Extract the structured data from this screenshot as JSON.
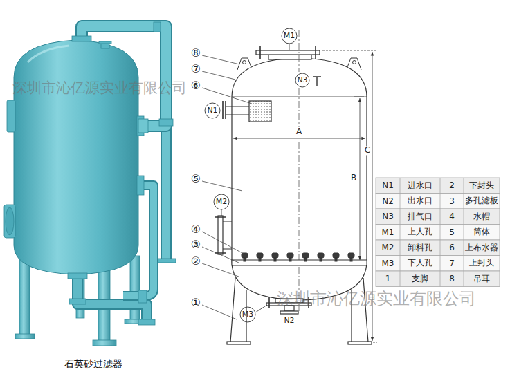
{
  "diagram": {
    "caption": "石英砂过滤器",
    "labels": [
      "深圳市沁亿源实业有限公司",
      "深圳市沁亿源实业有限公司",
      "M1",
      "⑧",
      "⑦",
      "N3",
      "⑥",
      "N1",
      "A",
      "B",
      "C",
      "⑤",
      "M2",
      "④",
      "③",
      "②",
      "①",
      "M3",
      "N2",
      "N1",
      "进水口",
      "2",
      "下封头",
      "N2",
      "出水口",
      "3",
      "多孔滤板",
      "N3",
      "排气口",
      "4",
      "水帽",
      "M1",
      "上人孔",
      "5",
      "筒体",
      "M2",
      "卸料孔",
      "6",
      "上布水器",
      "M3",
      "下人孔",
      "7",
      "上封头",
      "1",
      "支脚",
      "8",
      "吊耳"
    ]
  }
}
